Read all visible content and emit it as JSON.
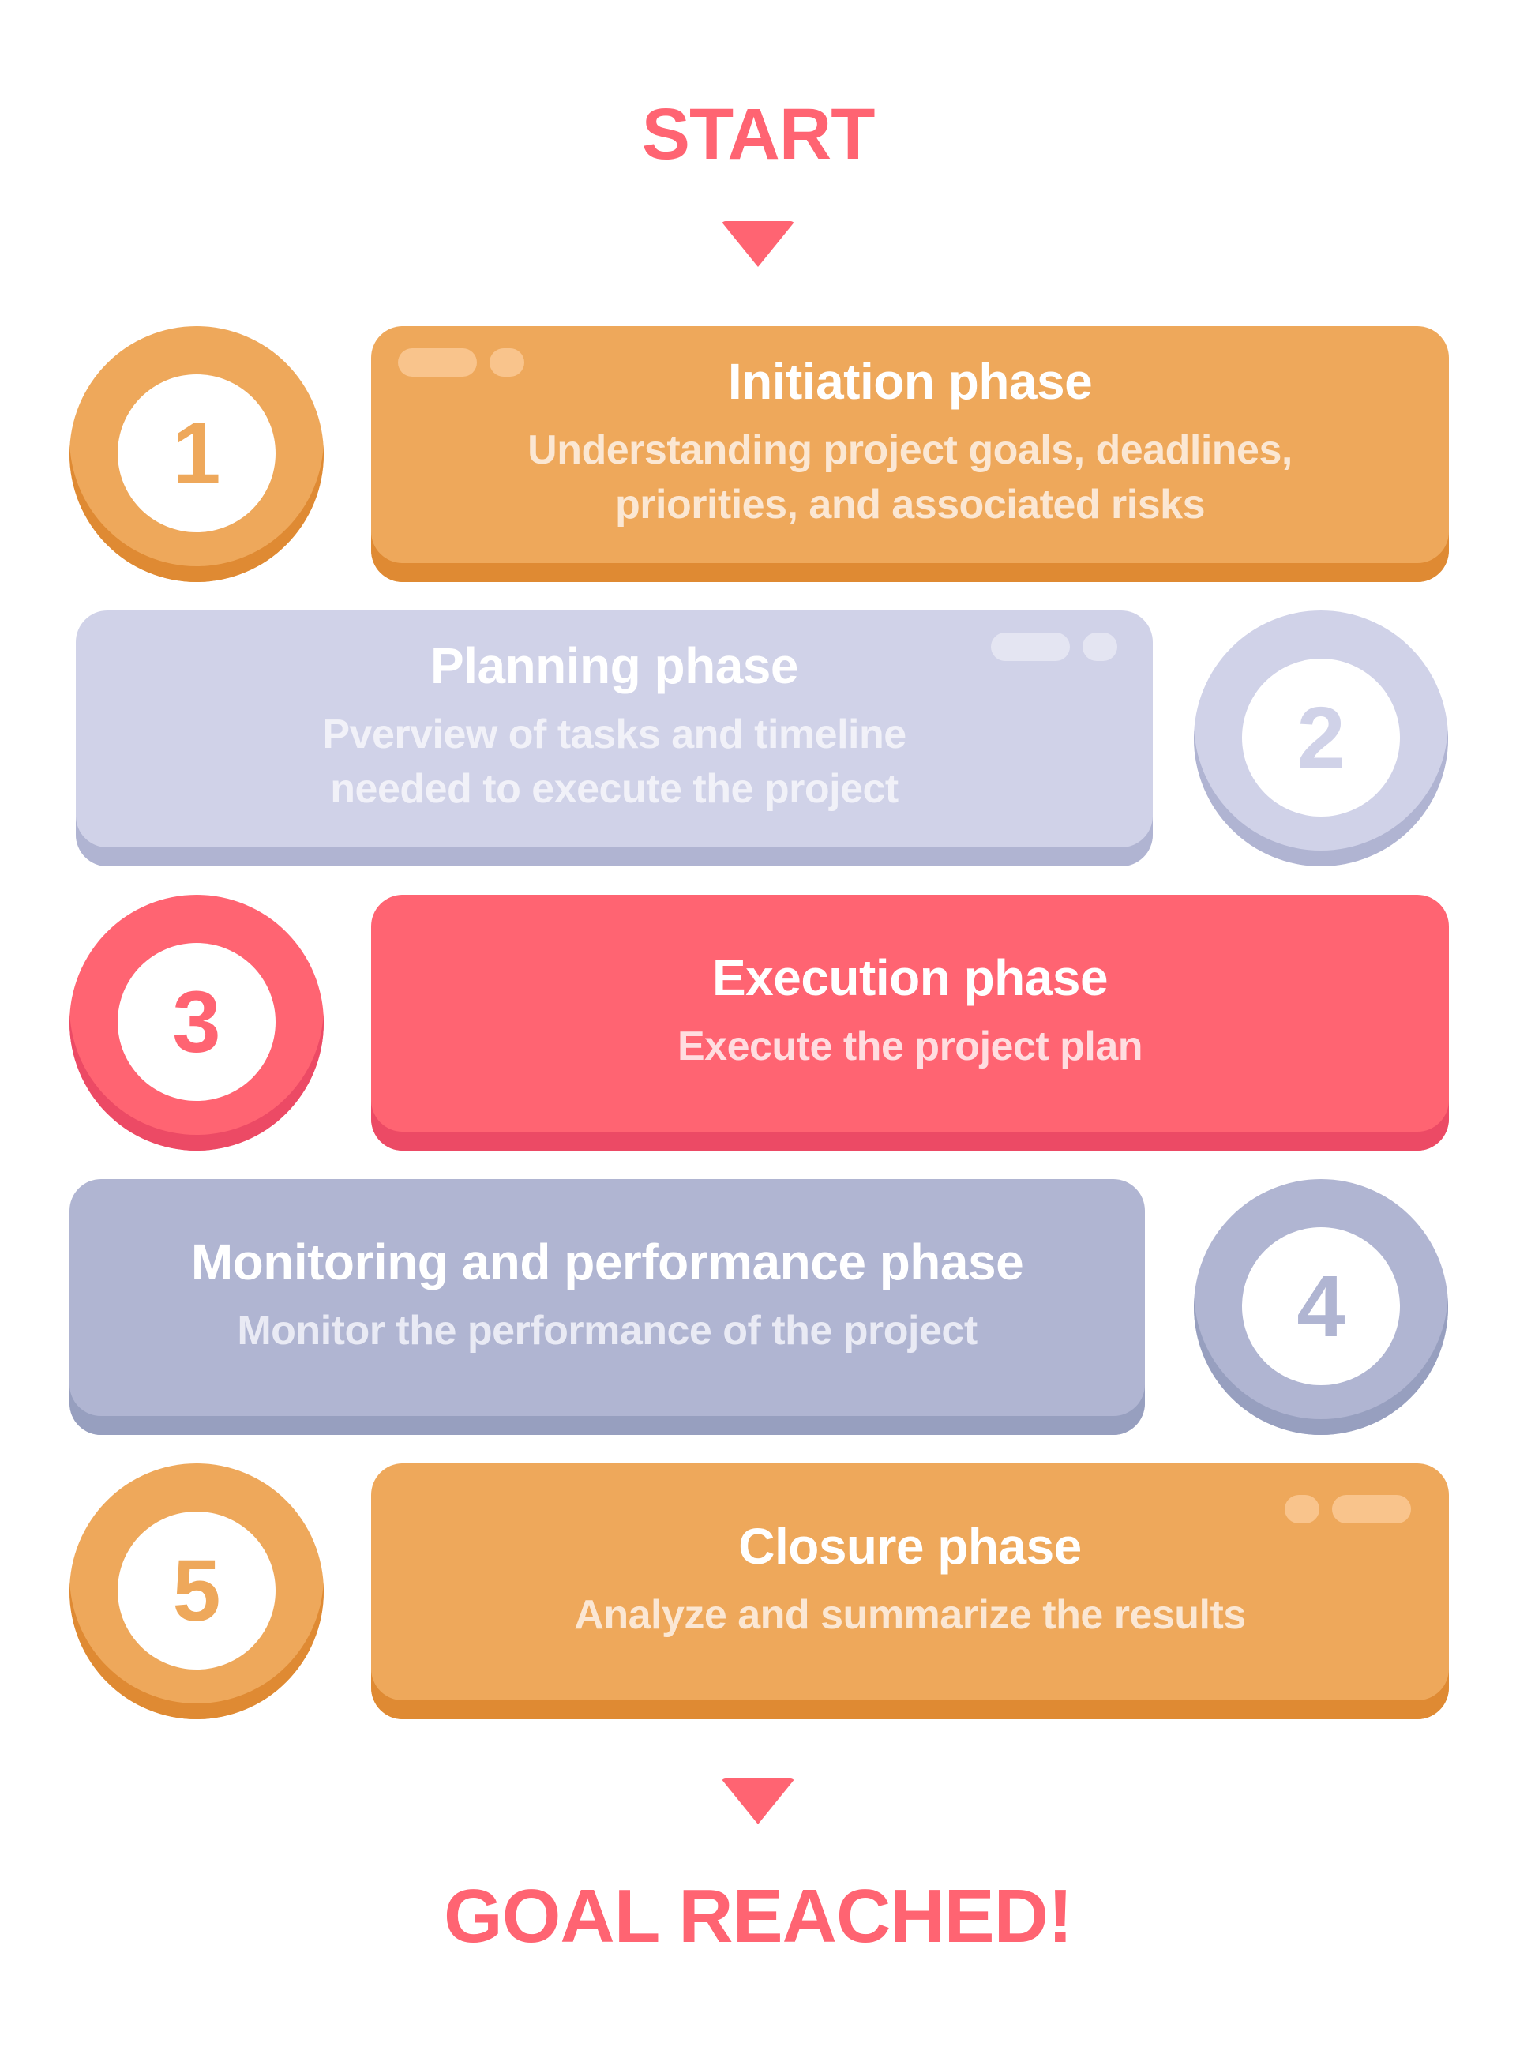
{
  "start_label": "START",
  "end_label": "GOAL REACHED!",
  "colors": {
    "accent": "#ff6472",
    "orange": "#eea85b",
    "orange_shadow": "#df8a33",
    "lavender": "#d0d2e8",
    "lavender_shadow": "#b0b4d2",
    "red": "#ff6472",
    "red_shadow": "#ec4a65",
    "slate": "#b0b5d2",
    "slate_shadow": "#979fbf"
  },
  "phases": [
    {
      "number": "1",
      "title": "Initiation phase",
      "description": "Understanding project goals, deadlines, priorities, and associated risks",
      "color": "orange"
    },
    {
      "number": "2",
      "title": "Planning phase",
      "description": "Pverview of tasks and timeline needed to execute the project",
      "color": "lavender"
    },
    {
      "number": "3",
      "title": "Execution phase",
      "description": "Execute the project plan",
      "color": "red"
    },
    {
      "number": "4",
      "title": "Monitoring and performance phase",
      "description": "Monitor the performance of the project",
      "color": "slate"
    },
    {
      "number": "5",
      "title": "Closure phase",
      "description": "Analyze and summarize the results",
      "color": "orange"
    }
  ]
}
